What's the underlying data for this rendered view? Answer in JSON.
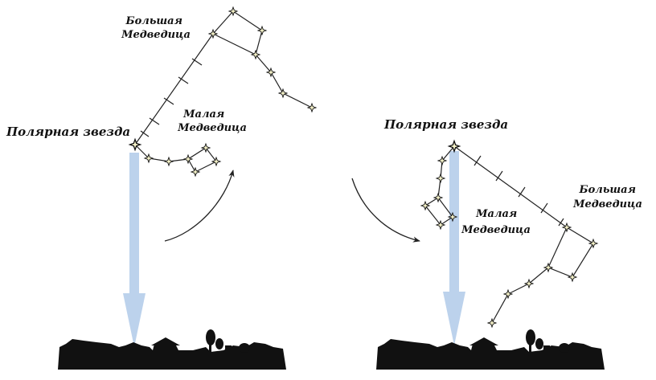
{
  "colors": {
    "background": "#ffffff",
    "star_fill": "#f4f1c8",
    "star_stroke": "#111111",
    "line": "#222222",
    "pole_arrow": "#bcd2ec",
    "ground": "#111111"
  },
  "panels": [
    {
      "polaris_label": "Полярная звезда",
      "ursa_major_label": [
        "Большая",
        "Медведица"
      ],
      "ursa_minor_label": [
        "Малая",
        "Медведица"
      ]
    },
    {
      "polaris_label": "Полярная звезда",
      "ursa_major_label": [
        "Большая",
        "Медведица"
      ],
      "ursa_minor_label": [
        "Малая",
        "Медведица"
      ]
    }
  ]
}
